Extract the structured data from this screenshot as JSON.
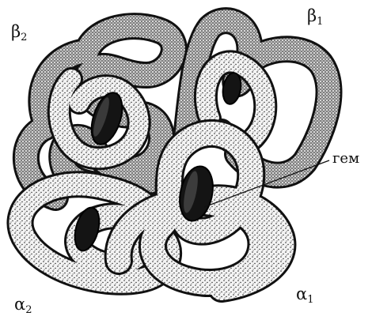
{
  "labels": {
    "beta2": {
      "symbol": "β",
      "sub": "2"
    },
    "beta1": {
      "symbol": "β",
      "sub": "1"
    },
    "alpha1": {
      "symbol": "α",
      "sub": "1"
    },
    "alpha2": {
      "symbol": "α",
      "sub": "2"
    },
    "heme": "гем"
  },
  "colors": {
    "tube_fill": "#f2f2f2",
    "tube_outline": "#111111",
    "stipple": "#1a1a1a",
    "heme_disc": "#141414",
    "background": "#ffffff"
  }
}
